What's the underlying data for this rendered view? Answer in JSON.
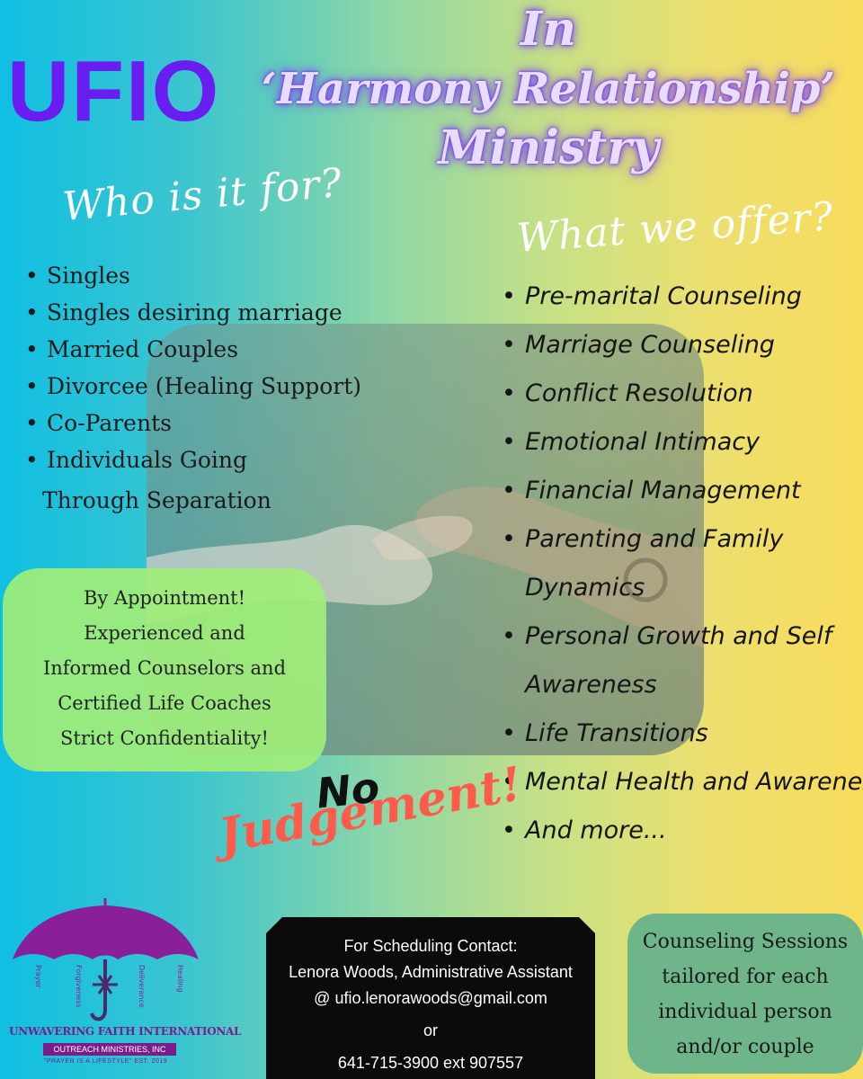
{
  "brand": "UFIO",
  "title": {
    "line1": "In",
    "line2": "‘Harmony Relationship’",
    "line3": "Ministry"
  },
  "who": {
    "heading": "Who is it for?",
    "items": [
      "Singles",
      "Singles desiring marriage",
      "Married Couples",
      "Divorcee (Healing Support)",
      "Co-Parents",
      "Individuals Going"
    ],
    "continuation": "Through Separation"
  },
  "offer": {
    "heading": "What we offer?",
    "items": [
      "Pre-marital Counseling",
      "Marriage Counseling",
      "Conflict Resolution",
      "Emotional Intimacy",
      "Financial Management",
      "Parenting and Family",
      "Dynamics",
      "Personal Growth and Self",
      "Awareness",
      "Life Transitions",
      "Mental Health and Awareness",
      "And more..."
    ]
  },
  "appointment": {
    "lines": [
      "By Appointment!",
      "Experienced and",
      "Informed Counselors and",
      "Certified Life Coaches",
      "Strict Confidentiality!"
    ]
  },
  "slogan": {
    "no": "No",
    "judgement": "Judgement!"
  },
  "contact": {
    "line1": "For Scheduling Contact:",
    "line2": "Lenora Woods, Administrative Assistant",
    "line3": "@ ufio.lenorawoods@gmail.com",
    "or": "or",
    "phone": "641-715-3900 ext 907557"
  },
  "sessions": {
    "lines": [
      "Counseling Sessions",
      "tailored for each",
      "individual person",
      "and/or couple"
    ]
  },
  "logo": {
    "name": "UNWAVERING FAITH INTERNATIONAL",
    "sub": "OUTREACH MINISTRIES, INC",
    "tagline": "\"PRAYER IS A LIFESTYLE\" EST. 2019",
    "umbrella_words": [
      "Prayer",
      "Forgiveness",
      "Deliverance",
      "Healing"
    ]
  },
  "colors": {
    "brand_purple": "#6a1df0",
    "judgement_red": "#ff5a4a",
    "appointment_green": "#a0ee78",
    "sessions_green": "#6fb58a",
    "logo_purple": "#7a1d8a"
  }
}
